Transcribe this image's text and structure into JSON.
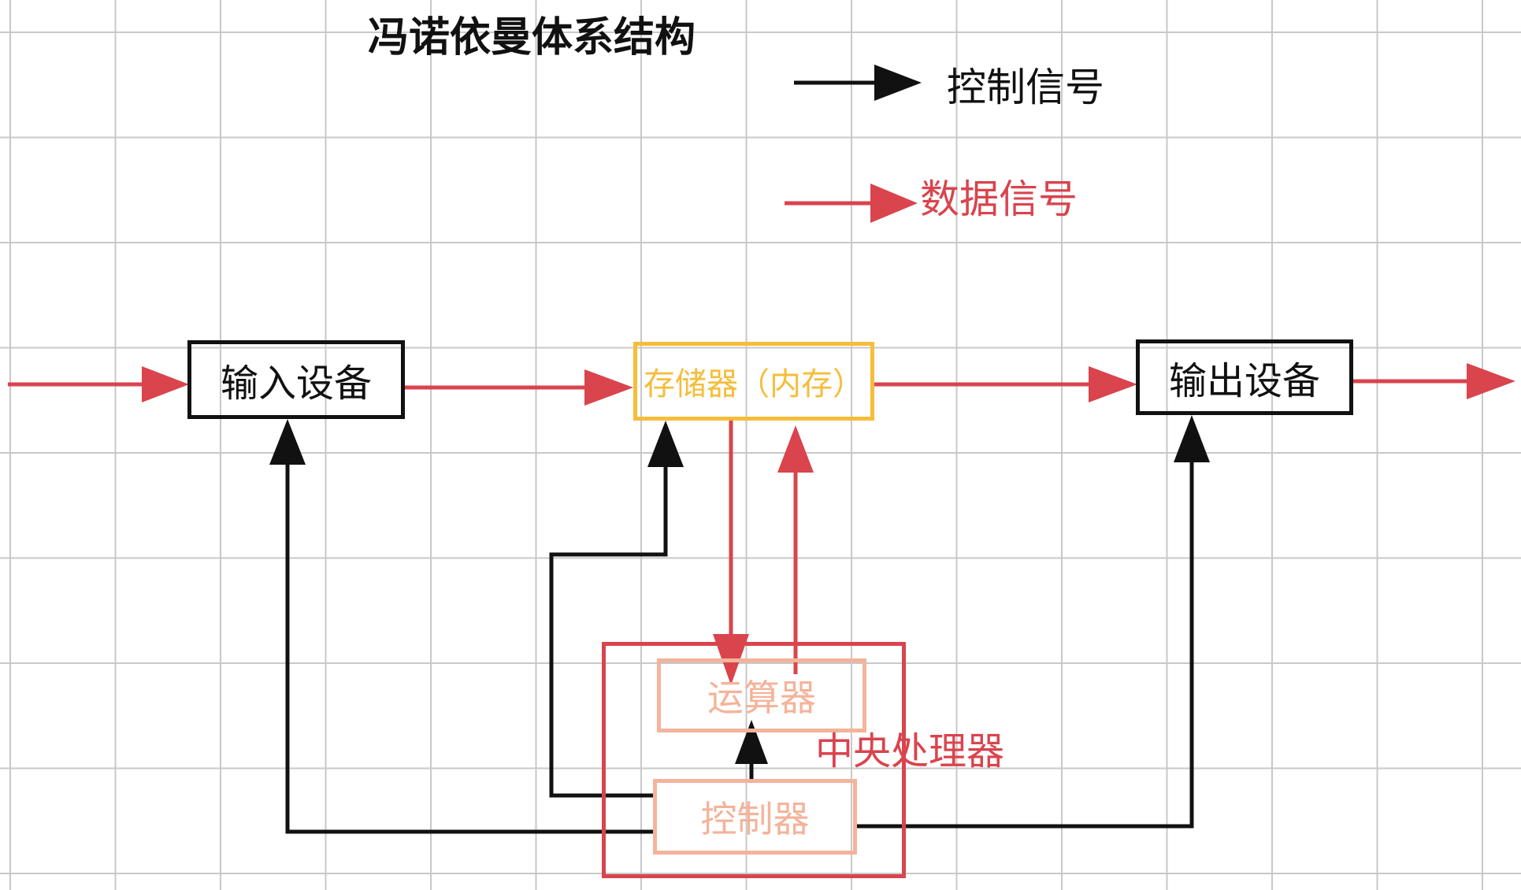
{
  "title": "冯诺依曼体系结构",
  "legend": {
    "control_signal": "控制信号",
    "data_signal": "数据信号"
  },
  "nodes": {
    "input_device": "输入设备",
    "memory": "存储器（内存）",
    "output_device": "输出设备",
    "alu": "运算器",
    "controller": "控制器",
    "cpu": "中央处理器"
  },
  "colors": {
    "control": "#111111",
    "data": "#d9444d",
    "memory_border": "#f5bd3b",
    "cpu_inner": "#f4b39a",
    "grid": "#c8c8c8"
  }
}
